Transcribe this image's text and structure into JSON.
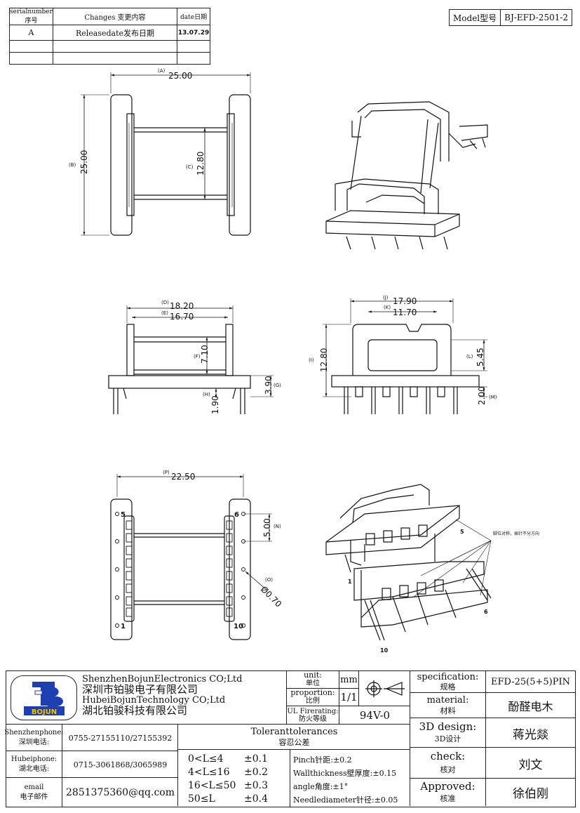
{
  "revision": {
    "headers": {
      "serial": "serialnumber序号",
      "changes": "Changes 变更内容",
      "date": "date日期"
    },
    "rows": [
      {
        "serial": "A",
        "changes": "Releasedate发布日期",
        "date": "13.07.29"
      },
      {
        "serial": "",
        "changes": "",
        "date": ""
      },
      {
        "serial": "",
        "changes": "",
        "date": ""
      }
    ]
  },
  "model": {
    "label": "Model型号",
    "value": "BJ-EFD-2501-2"
  },
  "drawing": {
    "top": {
      "a_tag": "(A)",
      "a_val": "25.00",
      "b_tag": "(B)",
      "b_val": "25.00",
      "c_tag": "(C)",
      "c_val": "12.80"
    },
    "front": {
      "d_tag": "(D)",
      "d_val": "18.20",
      "e_tag": "(E)",
      "e_val": "16.70",
      "f_tag": "(F)",
      "f_val": "7.10",
      "g_tag": "(G)",
      "g_val": "3.90",
      "h_tag": "(H)",
      "h_val": "1.90"
    },
    "side": {
      "j_tag": "(J)",
      "j_val": "17.90",
      "k_tag": "(K)",
      "k_val": "11.70",
      "i_tag": "(I)",
      "i_val": "12.80",
      "l_tag": "(L)",
      "l_val": "5.45",
      "m_tag": "(M)",
      "m_val": "2.00"
    },
    "bottom": {
      "p_tag": "(P)",
      "p_val": "22.50",
      "n_tag": "(N)",
      "n_val": "5.00",
      "o_tag": "(O)",
      "o_val": "Ø0.70",
      "pin5": "5",
      "pin6": "6",
      "pin1": "1",
      "pin10": "10"
    },
    "iso": {
      "note": "脚位对称，插针不分方向",
      "pin5": "5",
      "pin1": "1",
      "pin6": "6",
      "pin10": "10"
    }
  },
  "titleblock": {
    "logo": "BOJUN",
    "company_en1": "ShenzhenBojunElectronics CO;Ltd",
    "company_cn1": "深圳市铂骏电子有限公司",
    "company_en2": "HubeiBojunTechnology CO;Ltd",
    "company_cn2": "湖北铂骏科技有限公司",
    "unit_label": "unit:",
    "unit_label_cn": "单位",
    "unit_value": "mm",
    "proportion_label": "proportion:",
    "proportion_label_cn": "比例",
    "proportion_value": "1/1",
    "fire_label": "UL Firerating:",
    "fire_label_cn": "防火等级",
    "fire_value": "94V-0",
    "spec_label": "specification:",
    "spec_label_cn": "规格",
    "spec_value": "EFD-25(5+5)PIN",
    "material_label": "material:",
    "material_label_cn": "材料",
    "material_value": "酚醛电木",
    "design_label": "3D design:",
    "design_label_cn": "3D设计",
    "design_value": "蒋光燚",
    "check_label": "check:",
    "check_label_cn": "核对",
    "check_value": "刘文",
    "approved_label": "Approved:",
    "approved_label_cn": "核准",
    "approved_value": "徐伯刚",
    "sz_phone_label": "Shenzhenphone:",
    "sz_phone_label_cn": "深圳电话:",
    "sz_phone": "0755-27155110/27155392",
    "hb_phone_label": "Hubeiphone:",
    "hb_phone_label_cn": "湖北电话:",
    "hb_phone": "0715-3061868/3065989",
    "email_label": "email",
    "email_label_cn": "电子邮件",
    "email": "2851375360@qq.com",
    "tol_title": "Toleranttolerances",
    "tol_title_cn": "容忍公差",
    "tol_rows": [
      {
        "range": "0<L≤4",
        "val": "±0.1"
      },
      {
        "range": "4<L≤16",
        "val": "±0.2"
      },
      {
        "range": "16<L≤50",
        "val": "±0.3"
      },
      {
        "range": "50≤L",
        "val": "±0.4"
      }
    ],
    "tol_notes": [
      "Pinch针距:±0.2",
      "Wallthickness壁厚度:±0.15",
      "angle角度:±1°",
      "Needlediameter针径:±0.05"
    ]
  }
}
